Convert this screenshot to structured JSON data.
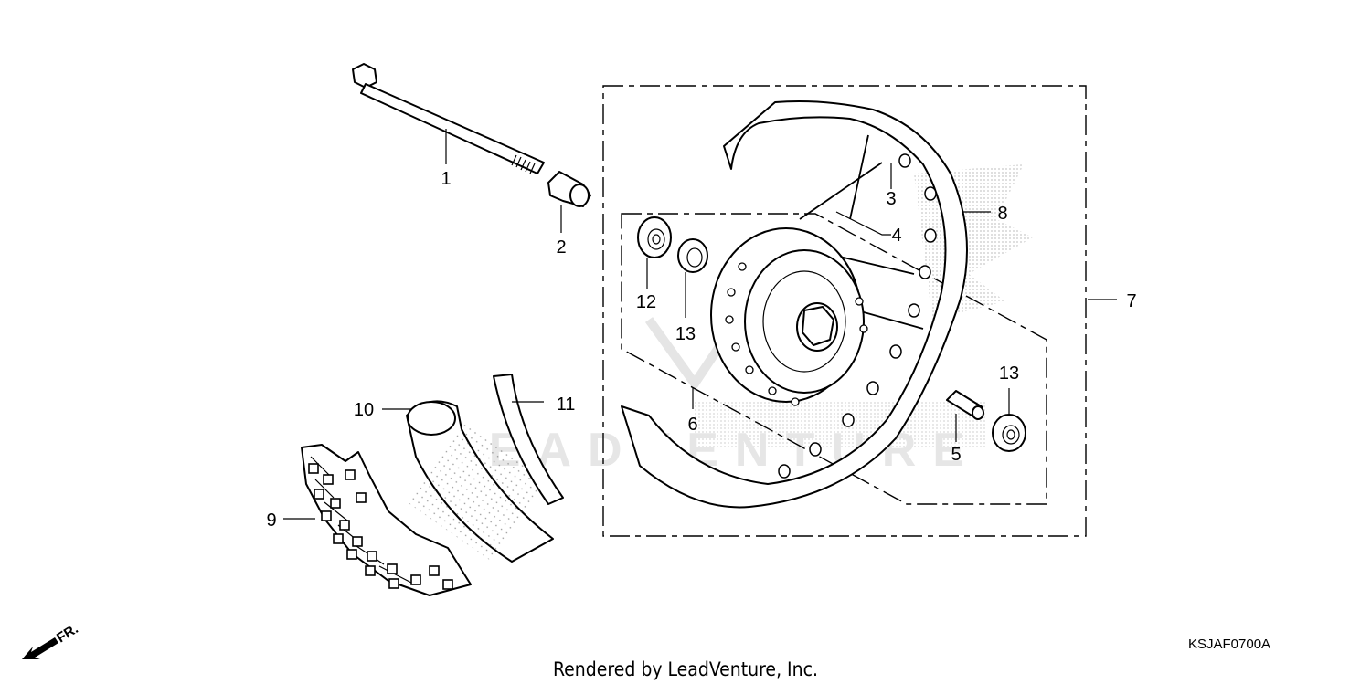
{
  "diagram": {
    "part_numbers": [
      "1",
      "2",
      "3",
      "4",
      "5",
      "6",
      "7",
      "8",
      "9",
      "10",
      "11",
      "12",
      "13",
      "13"
    ],
    "diagram_code": "KSJAF0700A",
    "footer": "Rendered by LeadVenture, Inc.",
    "front_indicator": "FR.",
    "watermark": "LEADVENTURE"
  }
}
